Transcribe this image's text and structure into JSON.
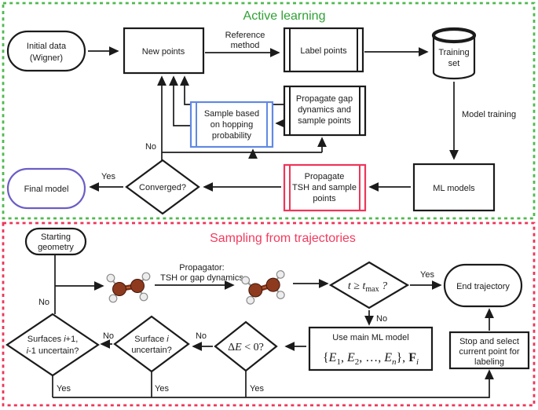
{
  "colors": {
    "section_green": "#4fba4f",
    "title_green": "#2fa135",
    "section_red": "#ee3558",
    "title_red": "#f23b5e",
    "highlight_blue": "#6189e4",
    "highlight_purple": "#6b5ec6",
    "line_black": "#1b1b1b",
    "carbon_brown": "#8e3a1e",
    "hydrogen_gray": "#ededed"
  },
  "top": {
    "title": "Active learning",
    "initial_data_l1": "Initial data",
    "initial_data_l2": "(Wigner)",
    "new_points": "New points",
    "ref_method_l1": "Reference",
    "ref_method_l2": "method",
    "label_points": "Label points",
    "training_set_l1": "Training",
    "training_set_l2": "set",
    "model_training": "Model training",
    "ml_models": "ML models",
    "prop_tsh_l1": "Propagate",
    "prop_tsh_l2": "TSH and sample",
    "prop_tsh_l3": "points",
    "converged": "Converged?",
    "final_model": "Final model",
    "prop_gap_l1": "Propagate gap",
    "prop_gap_l2": "dynamics and",
    "prop_gap_l3": "sample points",
    "hop_l1": "Sample based",
    "hop_l2": "on hopping",
    "hop_l3": "probability",
    "yes": "Yes",
    "no": "No"
  },
  "bottom": {
    "title": "Sampling from trajectories",
    "start_l1": "Starting",
    "start_l2": "geometry",
    "propagator_l1": "Propagator:",
    "propagator_l2": "TSH or gap dynamics",
    "tmax": {
      "p1": "t ≥ t",
      "sub": "max",
      "p2": " ?"
    },
    "end_trajectory": "End trajectory",
    "no": "No",
    "yes": "Yes",
    "use_ml_title": "Use main ML model",
    "math": {
      "open": "{",
      "E": "E",
      "s1": "1",
      "comma": ", ",
      "s2": "2",
      "dots": ", …, ",
      "sn": "n",
      "close": "}, ",
      "F": "F",
      "fi": "i"
    },
    "stop_l1": "Stop and select",
    "stop_l2": "current point for",
    "stop_l3": "labeling",
    "de": {
      "d": "Δ",
      "E": "E",
      "rest": " < 0?"
    },
    "surf_i_p1": "Surface ",
    "surf_i_i": "i",
    "surf_i_l2": "uncertain?",
    "surfs_p1": "Surfaces ",
    "surfs_i": "i",
    "surfs_p2": "+1,",
    "surfs_p3": "-1 uncertain?"
  }
}
